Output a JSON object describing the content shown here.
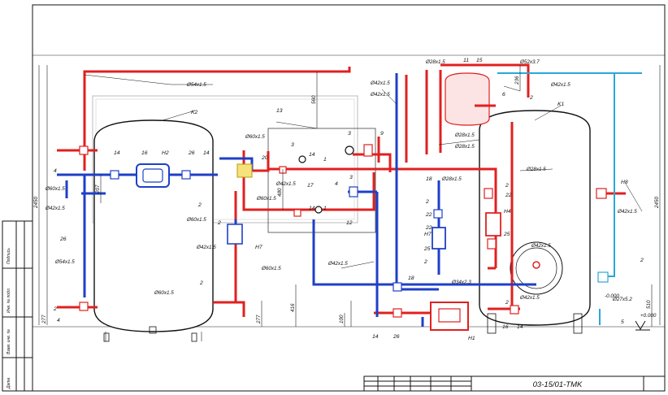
{
  "drawing": {
    "stamp_code": "03-15/01-TMK",
    "side_labels": [
      "Подпись",
      "Инв. № подл.",
      "Взам. инв. №",
      "Дата"
    ],
    "tanks": [
      {
        "ref": "K2"
      },
      {
        "ref": "K1"
      }
    ],
    "equipment": [
      {
        "ref": "H2"
      },
      {
        "ref": "H1"
      },
      {
        "ref": "H4"
      },
      {
        "ref": "H7"
      },
      {
        "ref": "H7b",
        "text": "H7"
      },
      {
        "ref": "H8"
      }
    ],
    "pipe_labels": [
      "Ø54x1.5",
      "Ø60x1.5",
      "Ø42x1.5",
      "Ø54x1.5",
      "Ø60x1.5",
      "Ø60x1.5",
      "Ø60x1.5",
      "Ø60x1.5",
      "Ø42x1.5",
      "Ø60x1.5",
      "Ø42x1.5",
      "Ø42x1.5",
      "Ø42x1.5",
      "Ø28x1.5",
      "Ø28x1.5",
      "Ø28x1.5",
      "Ø28x1.5",
      "Ø34x2.3",
      "Ø52x3.7",
      "Ø42x1.5",
      "Ø28x1.5",
      "Ø42x1.5",
      "Ø42x1.5",
      "Ø42x1.5",
      "Ø27x5.2",
      "Ø42x1.5"
    ],
    "callouts": [
      "4",
      "14",
      "16",
      "26",
      "14",
      "2",
      "2",
      "26",
      "4",
      "2",
      "2",
      "13",
      "3",
      "14",
      "1",
      "17",
      "14",
      "1",
      "3",
      "9",
      "3",
      "4",
      "12",
      "18",
      "2",
      "22",
      "22",
      "25",
      "2",
      "18",
      "14",
      "26",
      "11",
      "15",
      "6",
      "2",
      "2",
      "22",
      "25",
      "2",
      "16",
      "14",
      "2",
      "5",
      "20"
    ],
    "dimensions": [
      "2450",
      "207",
      "277",
      "560",
      "480",
      "2450",
      "416",
      "277",
      "510",
      "236",
      "100"
    ],
    "elevation_mark": "-0.000",
    "elevation_mark2": "+0.000"
  }
}
